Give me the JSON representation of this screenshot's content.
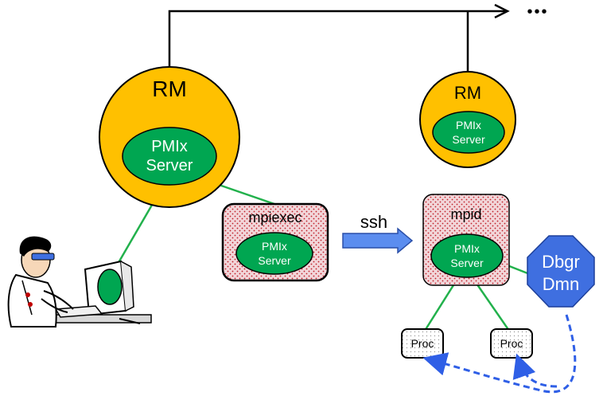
{
  "colors": {
    "rm_fill": "#FFC000",
    "pmix_fill": "#00A651",
    "dotted_fill": "#F2D6D9",
    "dot_color": "#C0202A",
    "green_line": "#22B14C",
    "arrow_blue": "#5B8DEF",
    "dbgr_fill": "#3F6FE0",
    "dashed_blue": "#2F5FE6"
  },
  "rm_main": {
    "label": "RM",
    "server": {
      "line1": "PMIx",
      "line2": "Server"
    }
  },
  "rm_remote": {
    "label": "RM",
    "server": {
      "line1": "PMIx",
      "line2": "Server"
    }
  },
  "ellipsis": "•••",
  "mpiexec": {
    "label": "mpiexec",
    "server": {
      "line1": "PMIx",
      "line2": "Server"
    }
  },
  "ssh_label": "ssh",
  "mpid": {
    "label": "mpid",
    "server": {
      "line1": "PMIx",
      "line2": "Server"
    }
  },
  "debugger": {
    "line1": "Dbgr",
    "line2": "Dmn"
  },
  "procs": [
    {
      "label": "Proc"
    },
    {
      "label": "Proc"
    }
  ],
  "icons": {
    "user": "user-at-computer-icon",
    "ssh_arrow": "right-arrow-icon"
  }
}
